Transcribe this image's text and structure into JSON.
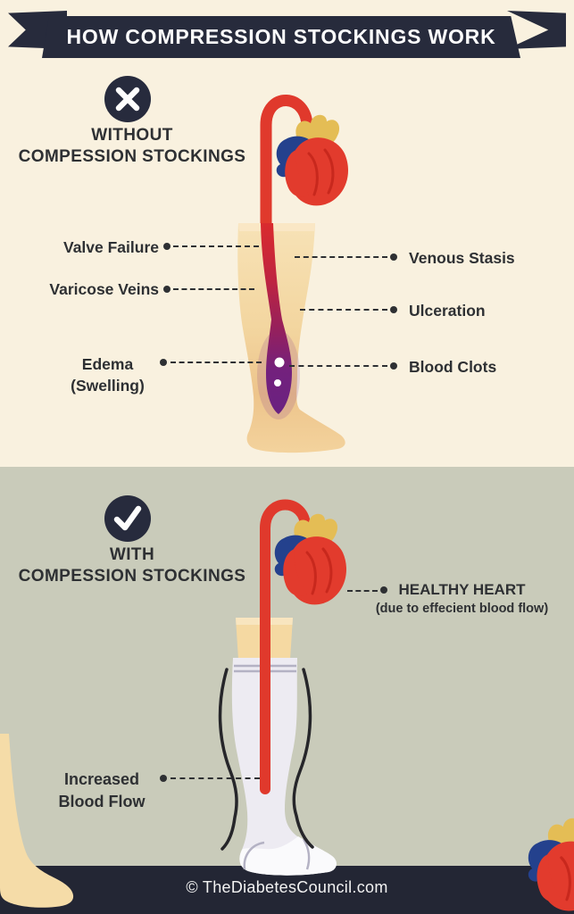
{
  "banner": {
    "title": "HOW COMPRESSION STOCKINGS WORK"
  },
  "without_section": {
    "icon": "x-circle",
    "title_line1": "WITHOUT",
    "title_line2": "COMPESSION STOCKINGS",
    "left_labels": [
      {
        "lines": [
          "Valve Failure"
        ]
      },
      {
        "lines": [
          "Varicose Veins"
        ]
      },
      {
        "lines": [
          "Edema",
          "(Swelling)"
        ]
      }
    ],
    "right_labels": [
      {
        "text": "Venous Stasis"
      },
      {
        "text": "Ulceration"
      },
      {
        "text": "Blood Clots"
      }
    ]
  },
  "with_section": {
    "icon": "check-circle",
    "title_line1": "WITH",
    "title_line2": "COMPESSION STOCKINGS",
    "heart_label": {
      "title": "HEALTHY HEART",
      "subtitle": "(due to effecient blood flow)"
    },
    "flow_label": {
      "lines": [
        "Increased",
        "Blood Flow"
      ]
    }
  },
  "footer": {
    "credit": "© TheDiabetesCouncil.com"
  },
  "colors": {
    "cream_background": "#f9f1df",
    "sage_background": "#c9cbba",
    "navy_banner": "#272b3c",
    "footer_navy": "#232634",
    "heart_red": "#e23b2d",
    "heart_blue": "#24418d",
    "aorta_yellow": "#e4bd55",
    "artery_red": "#e0392c",
    "vein_purple": "#6a2180",
    "skin_tone": "#f3d6a0",
    "stocking_white": "#edebf2",
    "label_text": "#2e3033"
  }
}
